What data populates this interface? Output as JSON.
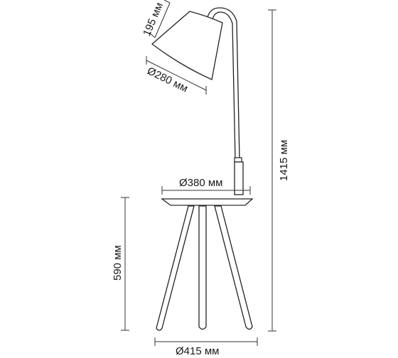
{
  "dimensions": {
    "shade_height": "195 мм",
    "shade_diameter": "Ø280 мм",
    "table_diameter": "Ø380 мм",
    "total_height": "1415 мм",
    "table_height": "590 мм",
    "base_diameter": "Ø415 мм"
  }
}
